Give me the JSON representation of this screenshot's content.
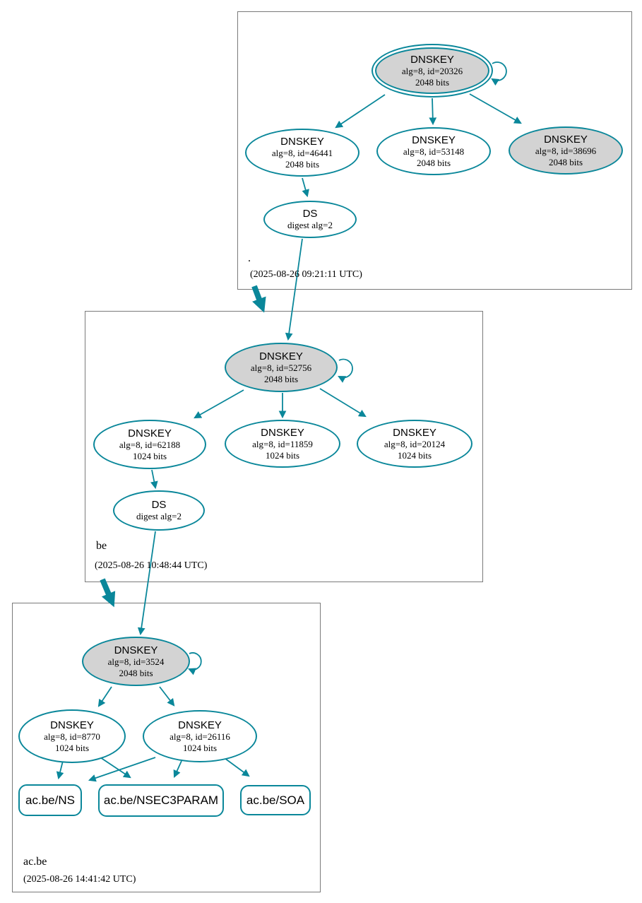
{
  "colors": {
    "accent": "#0a879a",
    "ksk_fill": "#d3d3d3",
    "box_border": "#7a7a7a",
    "text": "#000000"
  },
  "zones": [
    {
      "label": ".",
      "timestamp": "(2025-08-26 09:21:11 UTC)",
      "ksk": {
        "title": "DNSKEY",
        "alg": "alg=8, id=20326",
        "bits": "2048 bits"
      },
      "zsks": [
        {
          "title": "DNSKEY",
          "alg": "alg=8, id=46441",
          "bits": "2048 bits"
        },
        {
          "title": "DNSKEY",
          "alg": "alg=8, id=53148",
          "bits": "2048 bits"
        },
        {
          "title": "DNSKEY",
          "alg": "alg=8, id=38696",
          "bits": "2048 bits"
        }
      ],
      "ds": {
        "title": "DS",
        "detail": "digest alg=2"
      }
    },
    {
      "label": "be",
      "timestamp": "(2025-08-26 10:48:44 UTC)",
      "ksk": {
        "title": "DNSKEY",
        "alg": "alg=8, id=52756",
        "bits": "2048 bits"
      },
      "zsks": [
        {
          "title": "DNSKEY",
          "alg": "alg=8, id=62188",
          "bits": "1024 bits"
        },
        {
          "title": "DNSKEY",
          "alg": "alg=8, id=11859",
          "bits": "1024 bits"
        },
        {
          "title": "DNSKEY",
          "alg": "alg=8, id=20124",
          "bits": "1024 bits"
        }
      ],
      "ds": {
        "title": "DS",
        "detail": "digest alg=2"
      }
    },
    {
      "label": "ac.be",
      "timestamp": "(2025-08-26 14:41:42 UTC)",
      "ksk": {
        "title": "DNSKEY",
        "alg": "alg=8, id=3524",
        "bits": "2048 bits"
      },
      "zsks": [
        {
          "title": "DNSKEY",
          "alg": "alg=8, id=8770",
          "bits": "1024 bits"
        },
        {
          "title": "DNSKEY",
          "alg": "alg=8, id=26116",
          "bits": "1024 bits"
        }
      ],
      "rrsets": [
        {
          "label": "ac.be/NS"
        },
        {
          "label": "ac.be/NSEC3PARAM"
        },
        {
          "label": "ac.be/SOA"
        }
      ]
    }
  ]
}
